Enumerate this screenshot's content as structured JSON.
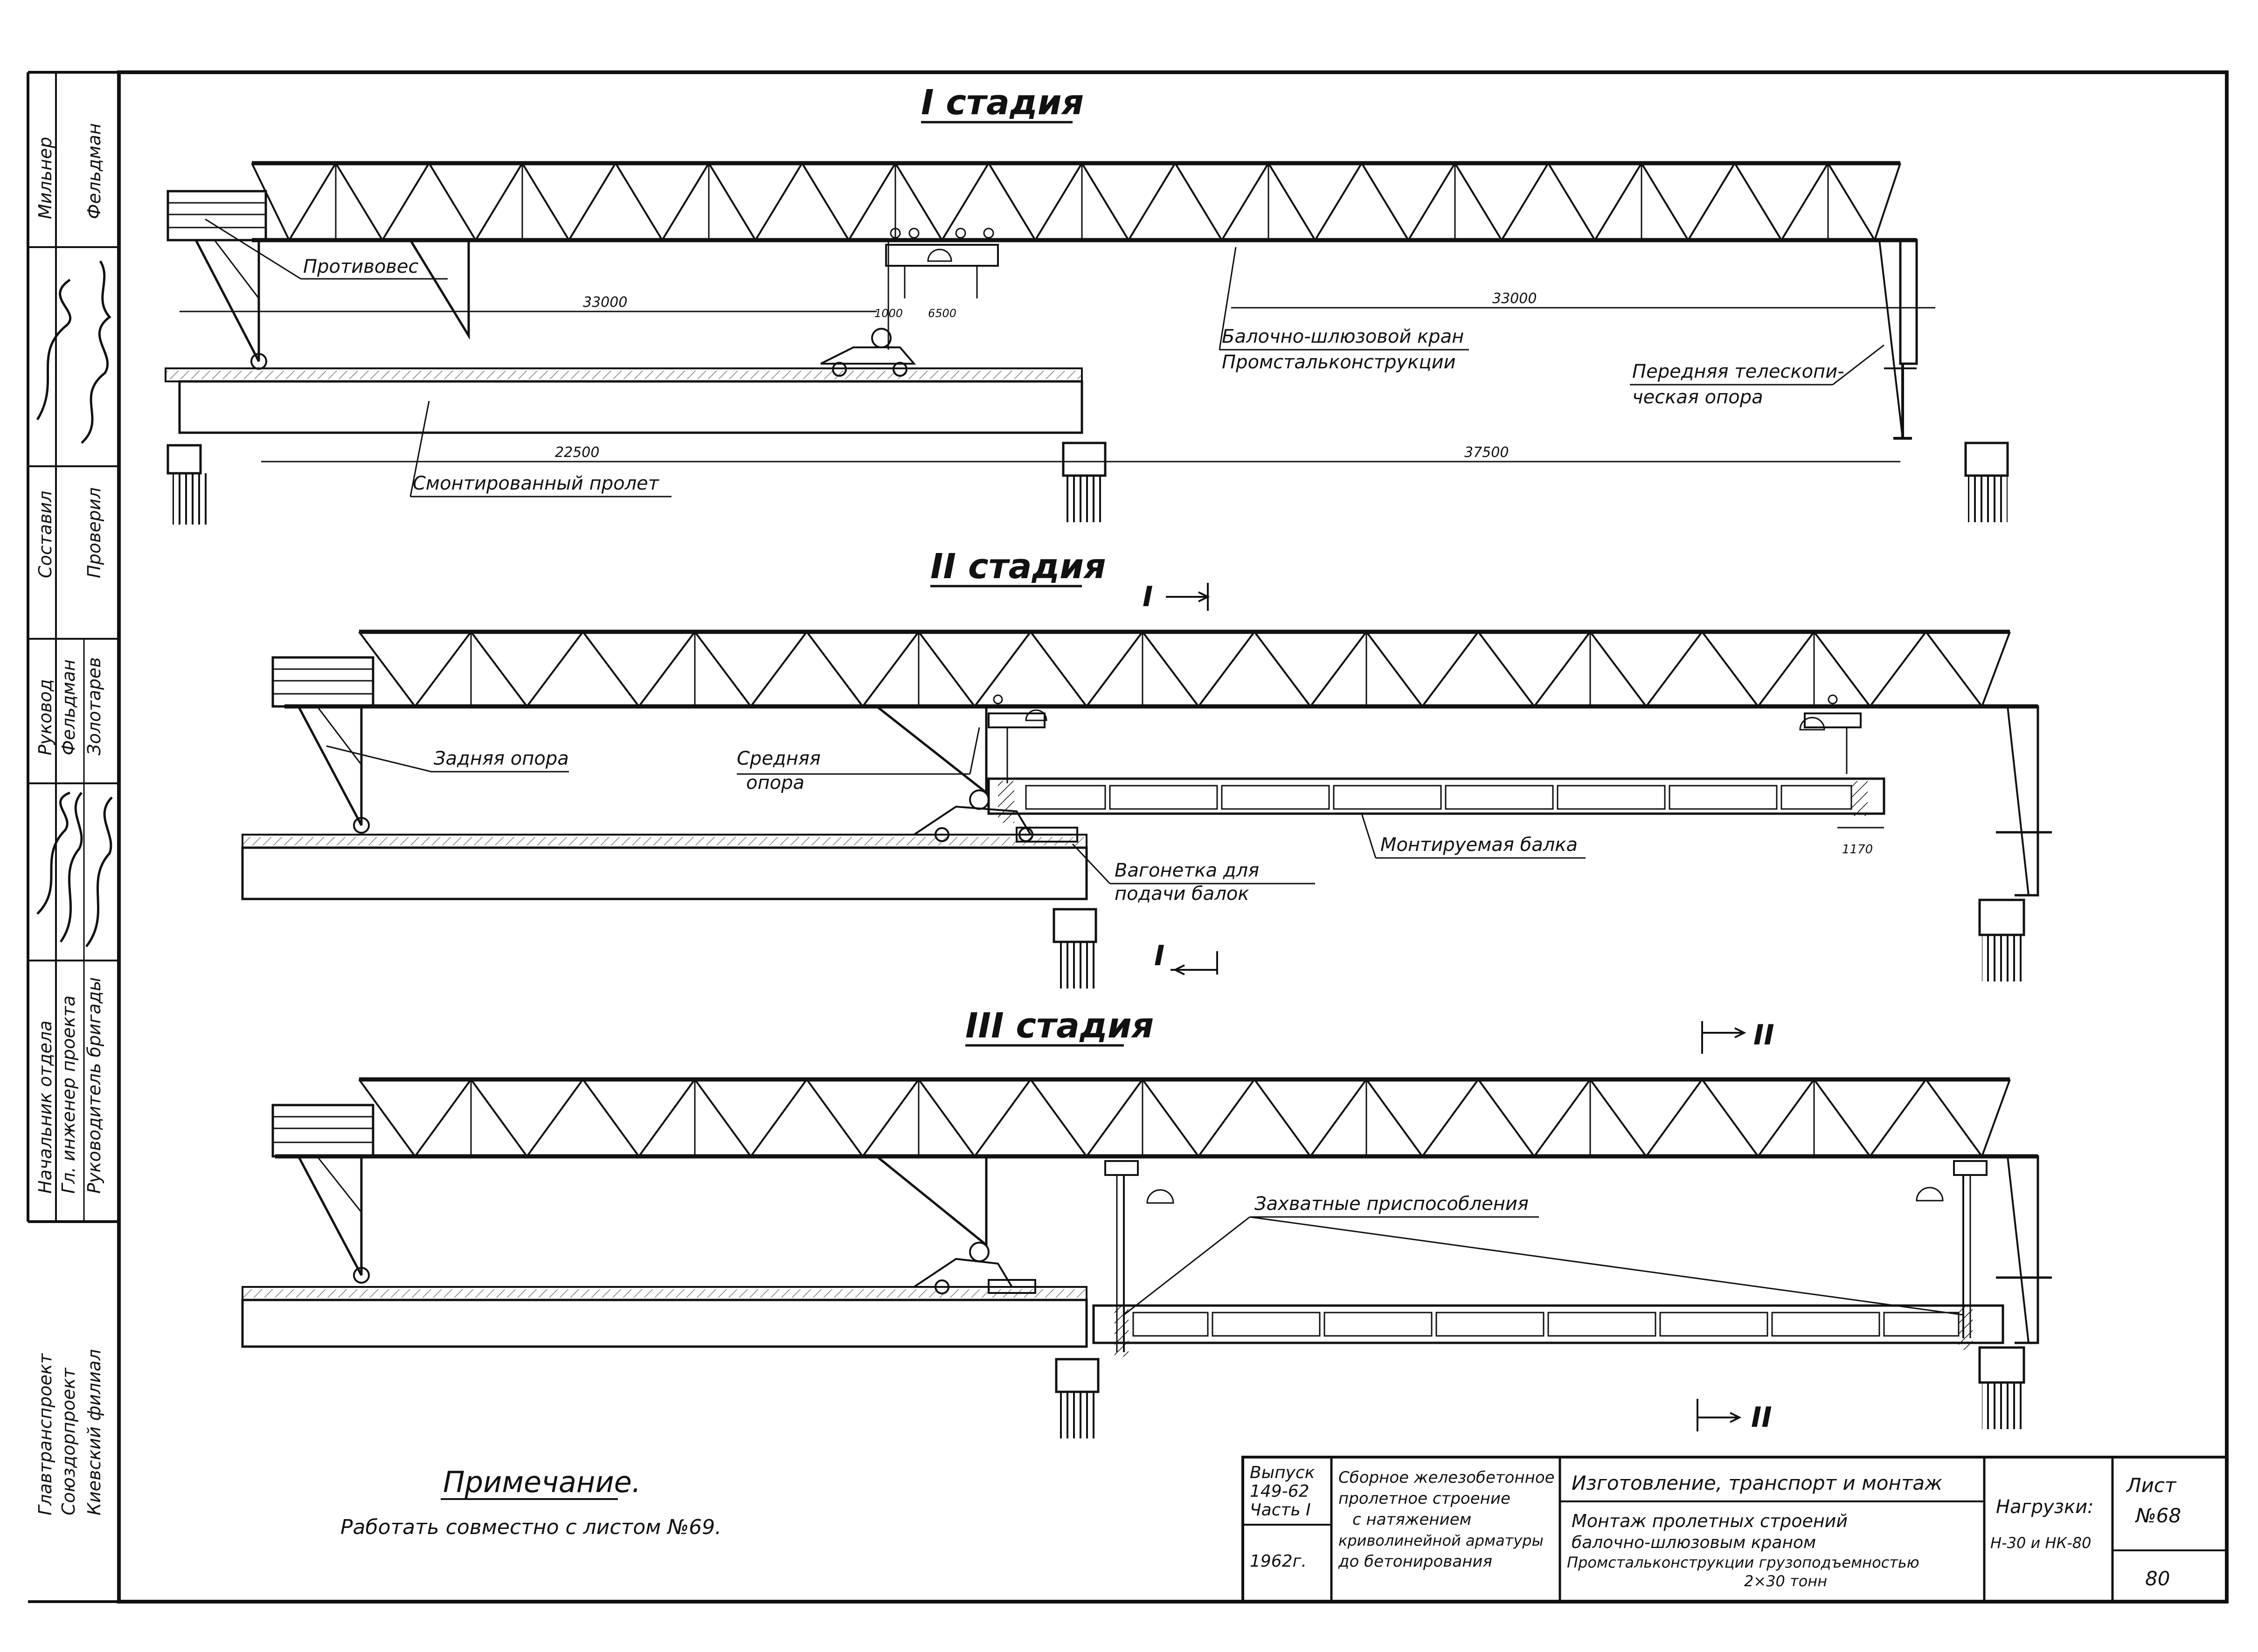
{
  "stages": {
    "s1": {
      "title": "I стадия"
    },
    "s2": {
      "title": "II стадия"
    },
    "s3": {
      "title": "III стадия"
    }
  },
  "labels": {
    "counterweight": "Противовес",
    "crane_1": "Балочно-шлюзовой кран",
    "crane_2": "Промстальконструкции",
    "front_support_1": "Передняя телескопи-",
    "front_support_2": "ческая опора",
    "mounted_span": "Смонтированный пролет",
    "rear_support": "Задняя опора",
    "middle_support_1": "Средняя",
    "middle_support_2": "опора",
    "mounted_beam": "Монтируемая балка",
    "cart_1": "Вагонетка для",
    "cart_2": "подачи балок",
    "grip_devices": "Захватные приспособления"
  },
  "dimensions": {
    "d1": "33000",
    "d2": "33000",
    "d3": "22500",
    "d4": "37500",
    "d5": "1000",
    "d6": "6500",
    "d7": "1170"
  },
  "sections": {
    "s_I_top": "I",
    "s_I_bottom": "I",
    "s_II_top": "II",
    "s_II_bottom": "II"
  },
  "side_stamp": {
    "col1": [
      "Мильнер",
      "Составил",
      "Руковод",
      "Начальник отдела",
      "Гл. инженер проекта",
      "Руководитель бригады"
    ],
    "col2": [
      "Фельдман",
      "Проверил",
      "Фельдман",
      "Золотарев"
    ],
    "org": [
      "Главтранспроект",
      "Союздорпроект",
      "Киевский филиал"
    ]
  },
  "note": {
    "heading": "Примечание.",
    "text": "Работать совместно с листом №69."
  },
  "title_block": {
    "issue_1": "Выпуск",
    "issue_2": "149-62",
    "part": "Часть I",
    "year": "1962г.",
    "structure": [
      "Сборное железобетонное",
      "пролетное строение",
      "с натяжением",
      "криволинейной арматуры",
      "до бетонирования"
    ],
    "section_title": "Изготовление, транспорт и монтаж",
    "sheet_title": [
      "Монтаж пролетных строений",
      "балочно-шлюзовым краном",
      "Промстальконструкции грузоподъемностью",
      "2×30 тонн"
    ],
    "loads_label": "Нагрузки:",
    "loads_value": "Н-30 и НК-80",
    "sheet_label": "Лист",
    "sheet_no": "№68",
    "page_no": "80"
  }
}
